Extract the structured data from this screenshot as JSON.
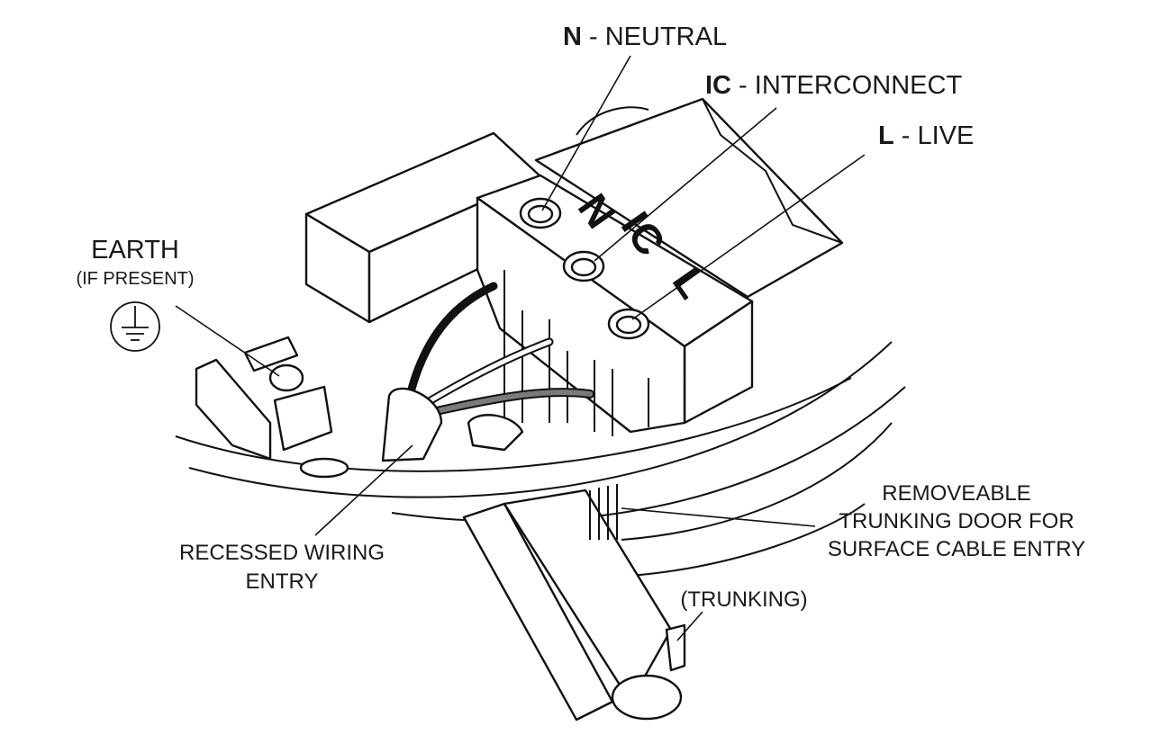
{
  "labels": {
    "neutral": {
      "code": "N",
      "rest": " - NEUTRAL"
    },
    "interconnect": {
      "code": "IC",
      "rest": " - INTERCONNECT"
    },
    "live": {
      "code": "L",
      "rest": " - LIVE"
    },
    "earth": {
      "title": "EARTH",
      "note": "(IF PRESENT)"
    },
    "recessed": {
      "line1": "RECESSED WIRING",
      "line2": "ENTRY"
    },
    "door": {
      "line1": "REMOVEABLE",
      "line2": "TRUNKING DOOR FOR",
      "line3": "SURFACE CABLE ENTRY"
    },
    "trunking": "(TRUNKING)"
  },
  "terminal_markings": {
    "n": "N",
    "ic": "IC",
    "l": "L"
  },
  "colors": {
    "ink": "#111111",
    "paper": "#ffffff",
    "black_wire": "#111111",
    "grey_wire": "#7a7a7a"
  }
}
